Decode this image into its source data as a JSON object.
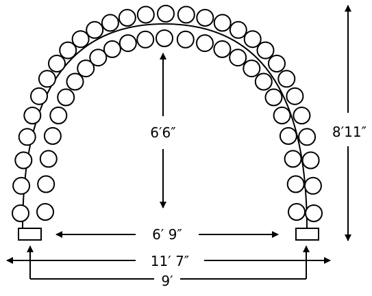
{
  "dimensions": {
    "inner_height": "6′6″",
    "total_height": "8′11″",
    "inner_width": "6′ 9″",
    "outer_width": "11′ 7″",
    "base_span": "9′"
  },
  "colors": {
    "ink": "#000000",
    "background": "#ffffff"
  }
}
